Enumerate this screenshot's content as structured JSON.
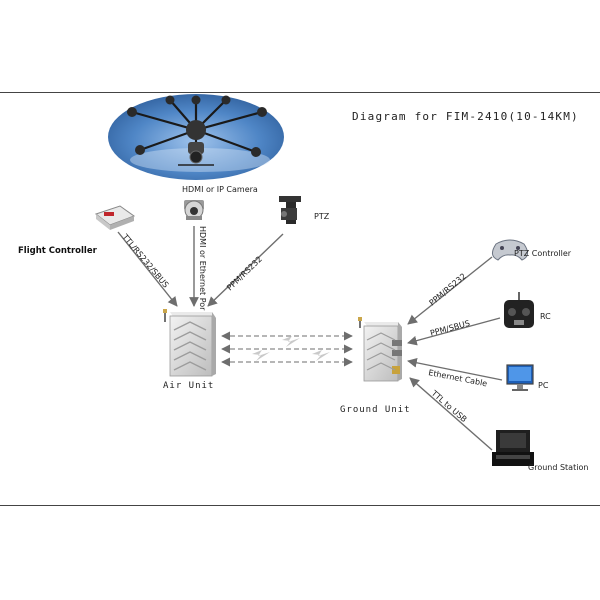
{
  "title": "Diagram for FIM-2410(10-14KM)",
  "nodes": {
    "camera": "HDMI or IP Camera",
    "ptz": "PTZ",
    "flight_controller": "Flight Controller",
    "air_unit": "Air Unit",
    "ground_unit": "Ground Unit",
    "ptz_controller": "PTZ Controller",
    "rc": "RC",
    "pc": "PC",
    "ground_station": "Ground Station"
  },
  "links": {
    "fc_air": "TTL/RS232/SBUS",
    "camera_air": "HDMI or Ethernet Por",
    "ptz_air": "PPM/RS232",
    "ptzc_ground": "PPM/RS232",
    "rc_ground": "PPM/SBUS",
    "pc_ground": "Ethernet Cable",
    "gs_ground": "TTL to USB"
  },
  "colors": {
    "arrow": "#6e6e6e",
    "unit_body": "#dcdcdc",
    "sky": "#4d83c4",
    "frame_line": "#444444"
  }
}
